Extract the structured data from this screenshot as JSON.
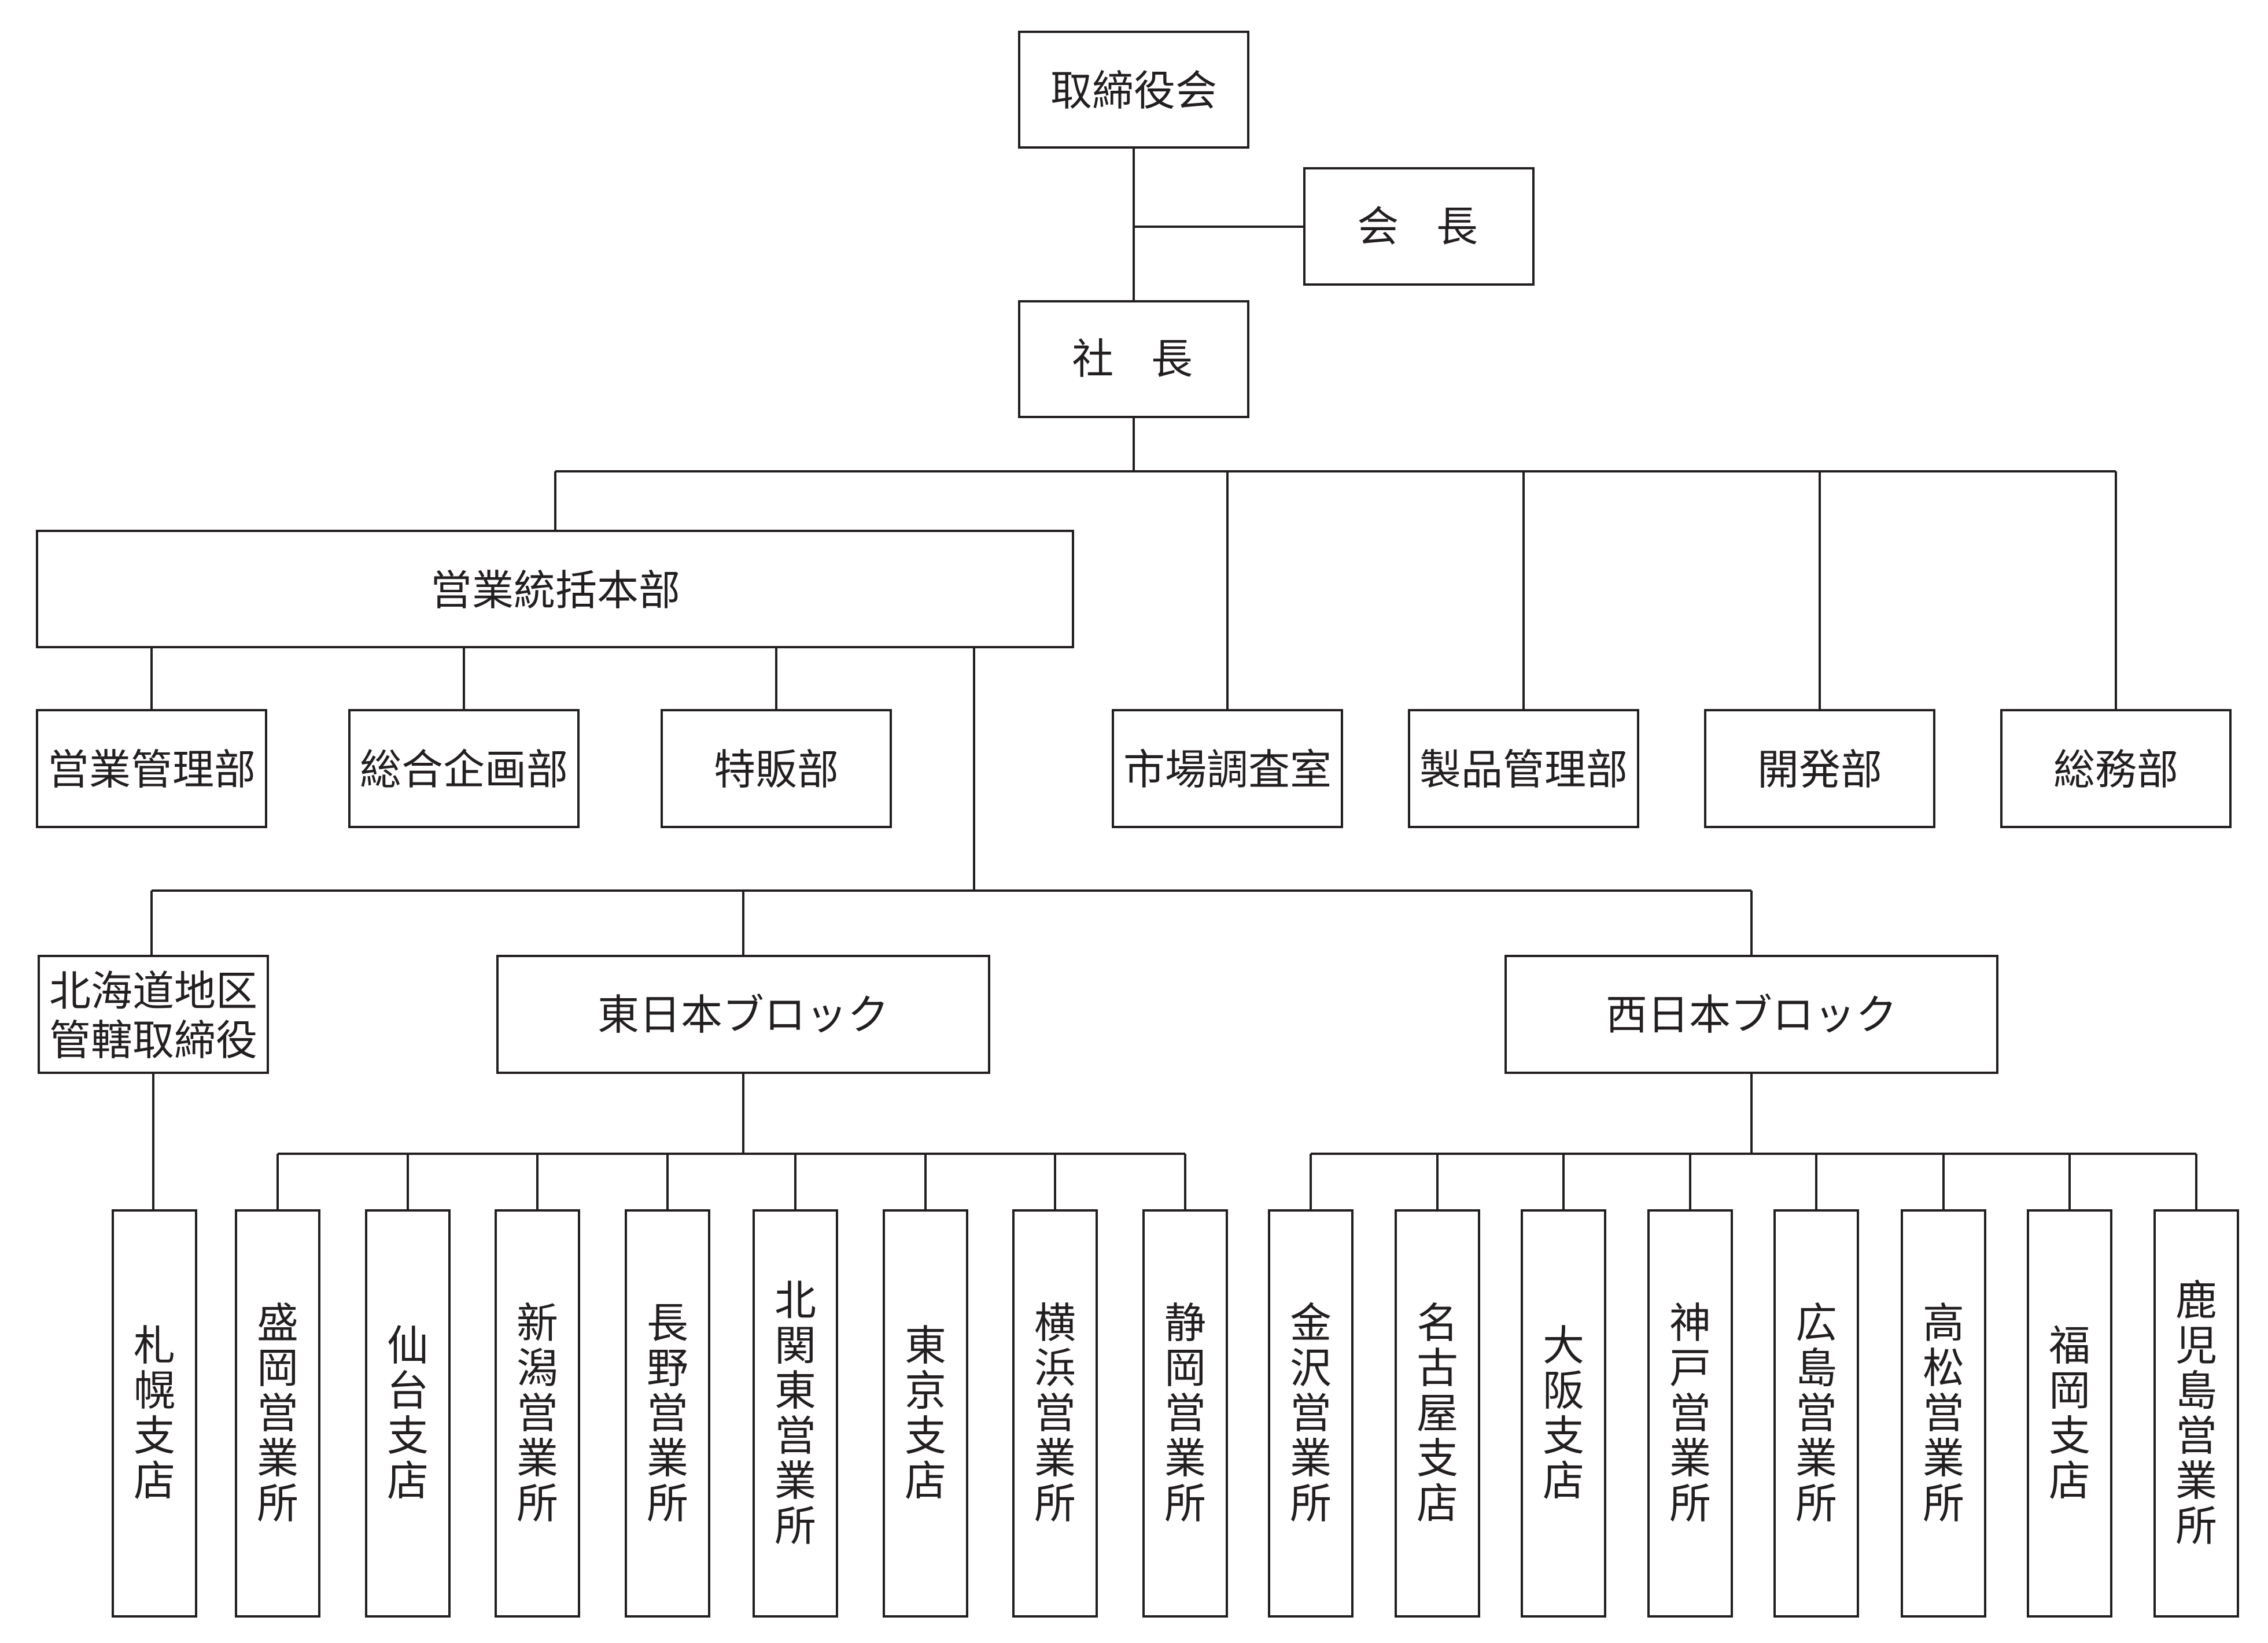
{
  "org_chart": {
    "board": "取締役会",
    "chairman": "会長",
    "president": "社長",
    "sales_hq": "営業統括本部",
    "sales_hq_departments": [
      "営業管理部",
      "総合企画部",
      "特販部"
    ],
    "staff_departments": [
      "市場調査室",
      "製品管理部",
      "開発部",
      "総務部"
    ],
    "hokkaido": "北海道地区\n管轄取締役",
    "hokkaido_branches": [
      "札幌支店"
    ],
    "east_block": "東日本ブロック",
    "east_branches": [
      "盛岡営業所",
      "仙台支店",
      "新潟営業所",
      "長野営業所",
      "北関東営業所",
      "東京支店",
      "横浜営業所",
      "静岡営業所"
    ],
    "west_block": "西日本ブロック",
    "west_branches": [
      "金沢営業所",
      "名古屋支店",
      "大阪支店",
      "神戸営業所",
      "広島営業所",
      "高松営業所",
      "福岡支店",
      "鹿児島営業所"
    ]
  }
}
